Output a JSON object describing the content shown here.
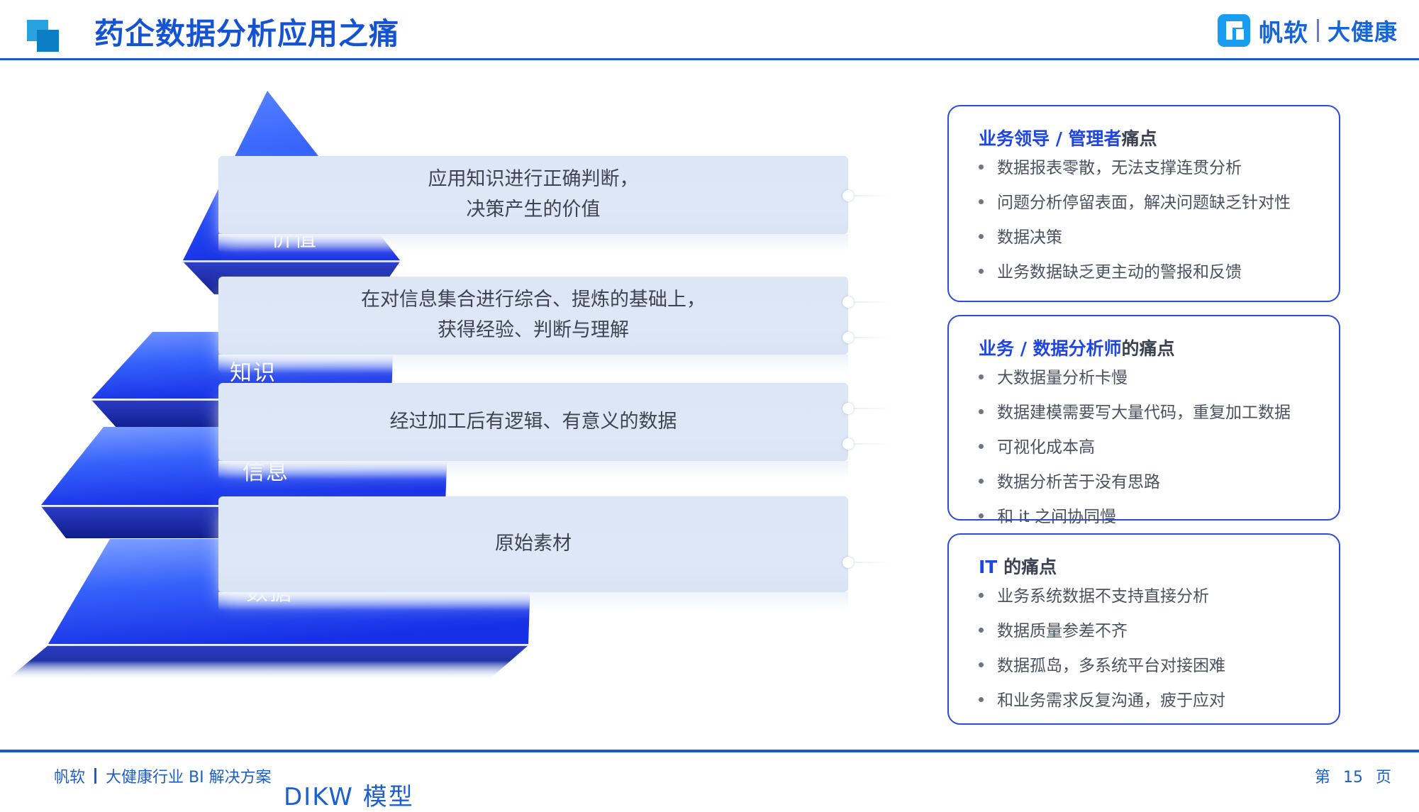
{
  "header": {
    "title": "药企数据分析应用之痛",
    "icon": "two-squares-icon",
    "brand": {
      "mark": "fanruan-logo-icon",
      "name": "帆软",
      "sub": "大健康"
    }
  },
  "pyramid": {
    "caption": "DIKW 模型",
    "layers": [
      {
        "label": "价值",
        "desc": "应用知识进行正确判断，\n决策产生的价值"
      },
      {
        "label": "知识",
        "desc": "在对信息集合进行综合、提炼的基础上，\n获得经验、判断与理解"
      },
      {
        "label": "信息",
        "desc": "经过加工后有逻辑、有意义的数据"
      },
      {
        "label": "数据",
        "desc": "原始素材"
      }
    ]
  },
  "cards": [
    {
      "title_highlight": "业务领导 / 管理者",
      "title_rest": "痛点",
      "items": [
        "数据报表零散，无法支撑连贯分析",
        "问题分析停留表面，解决问题缺乏针对性",
        "数据决策",
        "业务数据缺乏更主动的警报和反馈"
      ]
    },
    {
      "title_highlight": "业务 / 数据分析师",
      "title_rest": "的痛点",
      "items": [
        "大数据量分析卡慢",
        "数据建模需要写大量代码，重复加工数据",
        "可视化成本高",
        "数据分析苦于没有思路",
        "和 it 之间协同慢"
      ]
    },
    {
      "title_highlight": "IT",
      "title_rest": " 的痛点",
      "items": [
        "业务系统数据不支持直接分析",
        "数据质量参差不齐",
        "数据孤岛，多系统平台对接困难",
        "和业务需求反复沟通，疲于应对"
      ]
    }
  ],
  "footer": {
    "brand": "帆软",
    "subtitle": "大健康行业 BI 解决方案",
    "page_prefix": "第",
    "page_number": "15",
    "page_suffix": "页"
  },
  "colors": {
    "accent": "#1a56d6",
    "title": "#1453d1",
    "card_border": "#2a4bdd",
    "card_highlight": "#1f46e0",
    "desc_bg": "#dde7f7",
    "pyramid_top": "#3d6dfb",
    "pyramid_bottom": "#1430e0"
  }
}
